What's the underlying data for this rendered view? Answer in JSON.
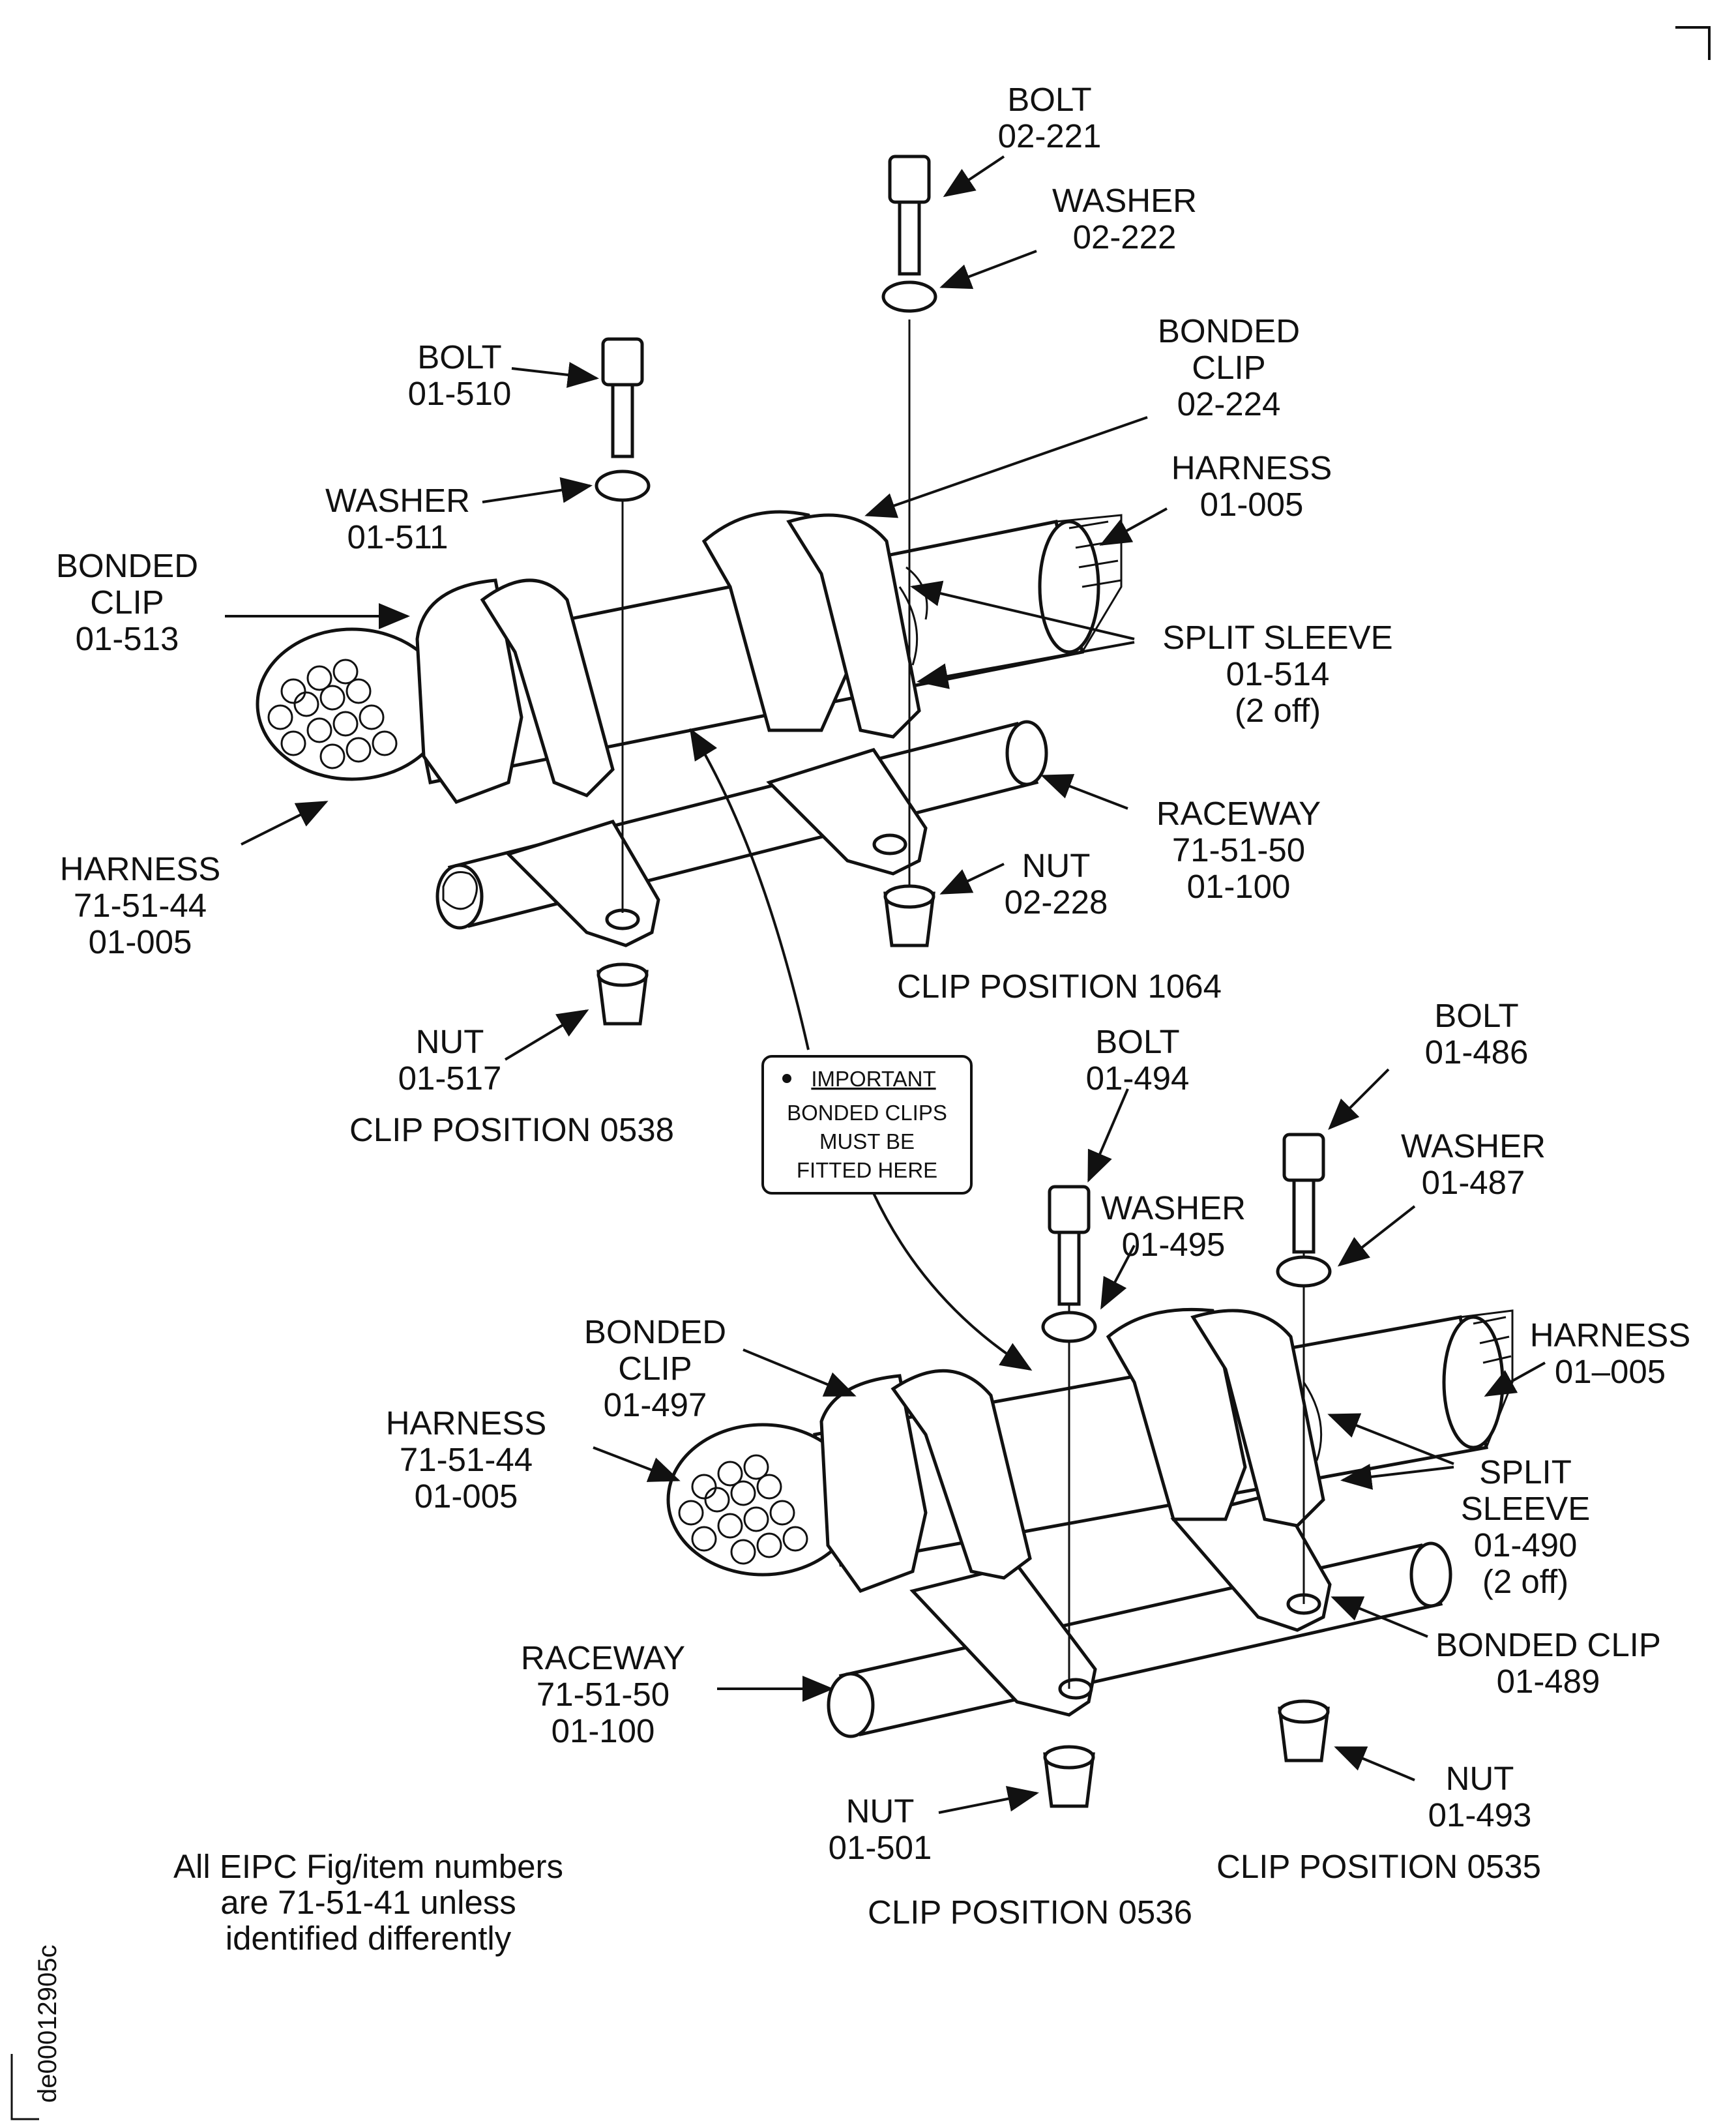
{
  "figure_id": "de00012905c",
  "note": [
    "All EIPC Fig/item numbers",
    "are 71-51-41 unless",
    "identified differently"
  ],
  "important_box": {
    "heading": "IMPORTANT",
    "lines": [
      "BONDED CLIPS",
      "MUST BE",
      "FITTED HERE"
    ]
  },
  "positions": {
    "p0538": "CLIP POSITION 0538",
    "p1064": "CLIP POSITION 1064",
    "p0536": "CLIP POSITION 0536",
    "p0535": "CLIP POSITION 0535"
  },
  "labels": [
    {
      "id": "bolt-02-221",
      "lines": [
        "BOLT",
        "02-221"
      ]
    },
    {
      "id": "washer-02-222",
      "lines": [
        "WASHER",
        "02-222"
      ]
    },
    {
      "id": "bonded-clip-02-224",
      "lines": [
        "BONDED",
        "CLIP",
        "02-224"
      ]
    },
    {
      "id": "bolt-01-510",
      "lines": [
        "BOLT",
        "01-510"
      ]
    },
    {
      "id": "harness-01-005-a",
      "lines": [
        "HARNESS",
        "01-005"
      ]
    },
    {
      "id": "washer-01-511",
      "lines": [
        "WASHER",
        "01-511"
      ]
    },
    {
      "id": "bonded-clip-01-513",
      "lines": [
        "BONDED",
        "CLIP",
        "01-513"
      ]
    },
    {
      "id": "split-sleeve-01-514",
      "lines": [
        "SPLIT SLEEVE",
        "01-514",
        "(2 off)"
      ]
    },
    {
      "id": "raceway-a",
      "lines": [
        "RACEWAY",
        "71-51-50",
        "01-100"
      ]
    },
    {
      "id": "harness-71-51-44-a",
      "lines": [
        "HARNESS",
        "71-51-44",
        "01-005"
      ]
    },
    {
      "id": "nut-02-228",
      "lines": [
        "NUT",
        "02-228"
      ]
    },
    {
      "id": "nut-01-517",
      "lines": [
        "NUT",
        "01-517"
      ]
    },
    {
      "id": "bolt-01-494",
      "lines": [
        "BOLT",
        "01-494"
      ]
    },
    {
      "id": "bolt-01-486",
      "lines": [
        "BOLT",
        "01-486"
      ]
    },
    {
      "id": "washer-01-487",
      "lines": [
        "WASHER",
        "01-487"
      ]
    },
    {
      "id": "washer-01-495",
      "lines": [
        "WASHER",
        "01-495"
      ]
    },
    {
      "id": "bonded-clip-01-497",
      "lines": [
        "BONDED",
        "CLIP",
        "01-497"
      ]
    },
    {
      "id": "harness-01-005-b",
      "lines": [
        "HARNESS",
        "01–005"
      ]
    },
    {
      "id": "harness-71-51-44-b",
      "lines": [
        "HARNESS",
        "71-51-44",
        "01-005"
      ]
    },
    {
      "id": "split-sleeve-01-490",
      "lines": [
        "SPLIT",
        "SLEEVE",
        "01-490",
        "(2 off)"
      ]
    },
    {
      "id": "bonded-clip-01-489",
      "lines": [
        "BONDED CLIP",
        "01-489"
      ]
    },
    {
      "id": "raceway-b",
      "lines": [
        "RACEWAY",
        "71-51-50",
        "01-100"
      ]
    },
    {
      "id": "nut-01-493",
      "lines": [
        "NUT",
        "01-493"
      ]
    },
    {
      "id": "nut-01-501",
      "lines": [
        "NUT",
        "01-501"
      ]
    }
  ]
}
